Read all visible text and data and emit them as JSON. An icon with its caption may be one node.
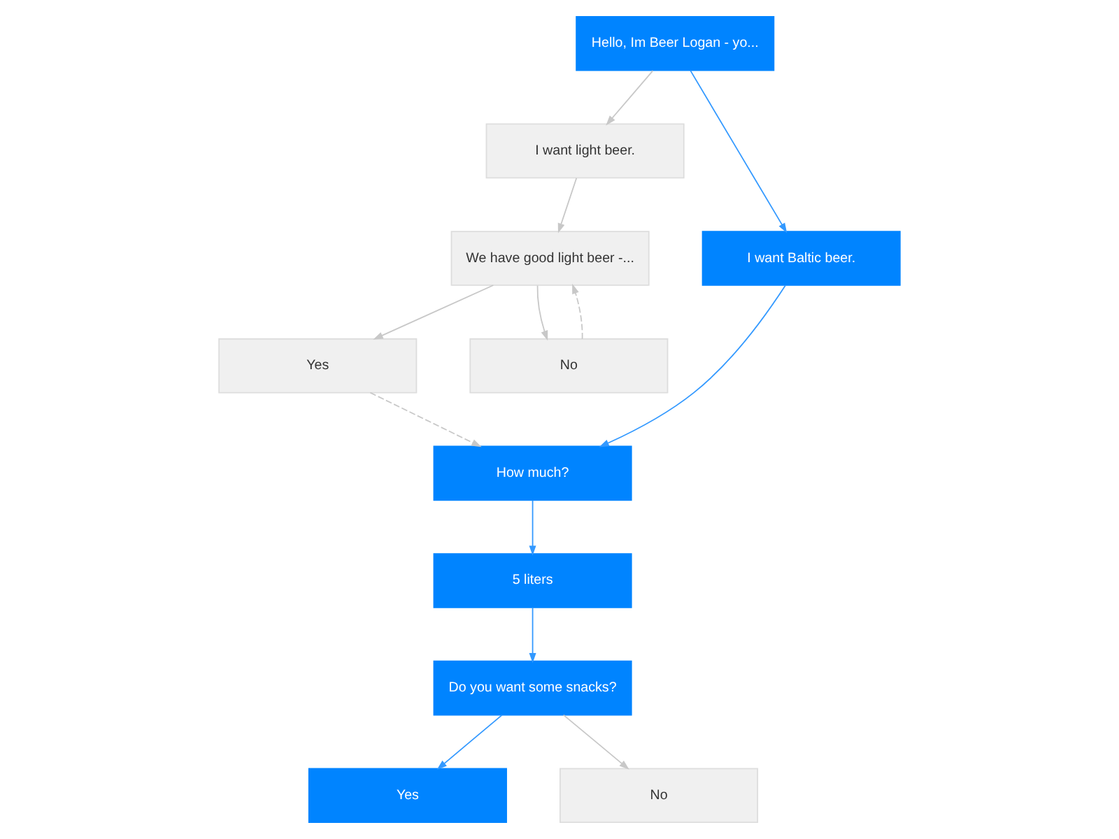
{
  "diagram": {
    "nodes": [
      {
        "text": [
          "Hello, Im Beer Logan - yo..."
        ]
      },
      {
        "text": [
          "I want light beer."
        ]
      },
      {
        "text": [
          "We have good light beer -..."
        ]
      },
      {
        "text": [
          "I want Baltic beer."
        ]
      },
      {
        "text": [
          "Yes"
        ]
      },
      {
        "text": [
          "No"
        ]
      },
      {
        "text": [
          "How much?"
        ]
      },
      {
        "text": [
          "5 liters"
        ]
      },
      {
        "text": [
          "Do you want some snacks?"
        ]
      },
      {
        "text": [
          "Yes"
        ]
      },
      {
        "text": [
          "No"
        ]
      }
    ],
    "edges": [
      {
        "from": 0,
        "to": 3,
        "arrow": "to",
        "color": "#3399ff"
      },
      {
        "from": 0,
        "to": 1,
        "arrow": "to"
      },
      {
        "from": 1,
        "to": 2,
        "arrow": "to"
      },
      {
        "from": 2,
        "to": 4,
        "arrow": "to"
      },
      {
        "from": 2,
        "to": 5,
        "arrow": "to"
      },
      {
        "from": 5,
        "to": 2,
        "arrow": "to",
        "style": "dashed"
      },
      {
        "from": 3,
        "to": 6,
        "arrow": "to",
        "color": "#3399ff"
      },
      {
        "from": 4,
        "to": 6,
        "arrow": "to",
        "style": "dashed"
      },
      {
        "from": 6,
        "to": 7,
        "arrow": "to",
        "color": "#3399ff"
      },
      {
        "from": 7,
        "to": 8,
        "arrow": "to",
        "color": "#3399ff"
      },
      {
        "from": 8,
        "to": 9,
        "arrow": "to",
        "color": "#3399ff"
      },
      {
        "from": 8,
        "to": 10,
        "arrow": "to"
      }
    ]
  }
}
